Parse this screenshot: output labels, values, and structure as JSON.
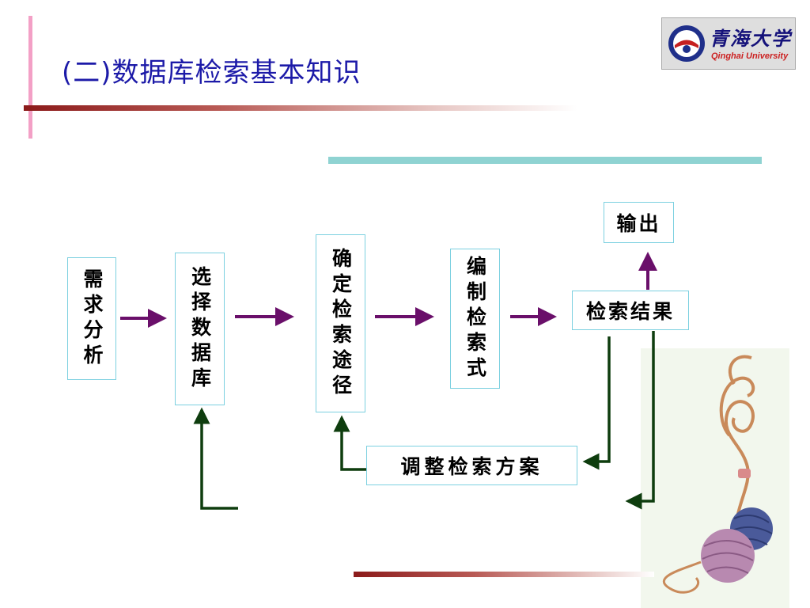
{
  "header": {
    "title": "(二)数据库检索基本知识"
  },
  "logo": {
    "cn": "青海大学",
    "en": "Qinghai University"
  },
  "flow": {
    "need_analysis": "需求分析",
    "select_database": "选择数据库",
    "determine_path": "确定检索途径",
    "compile_query": "编制检索式",
    "search_results": "检索结果",
    "output": "输出",
    "adjust_plan": "调整检索方案"
  },
  "colors": {
    "forward_arrow": "#6a0f6a",
    "feedback_arrow": "#0e3d0e",
    "box_border": "#7cd0e0",
    "title": "#1c1aa8"
  }
}
